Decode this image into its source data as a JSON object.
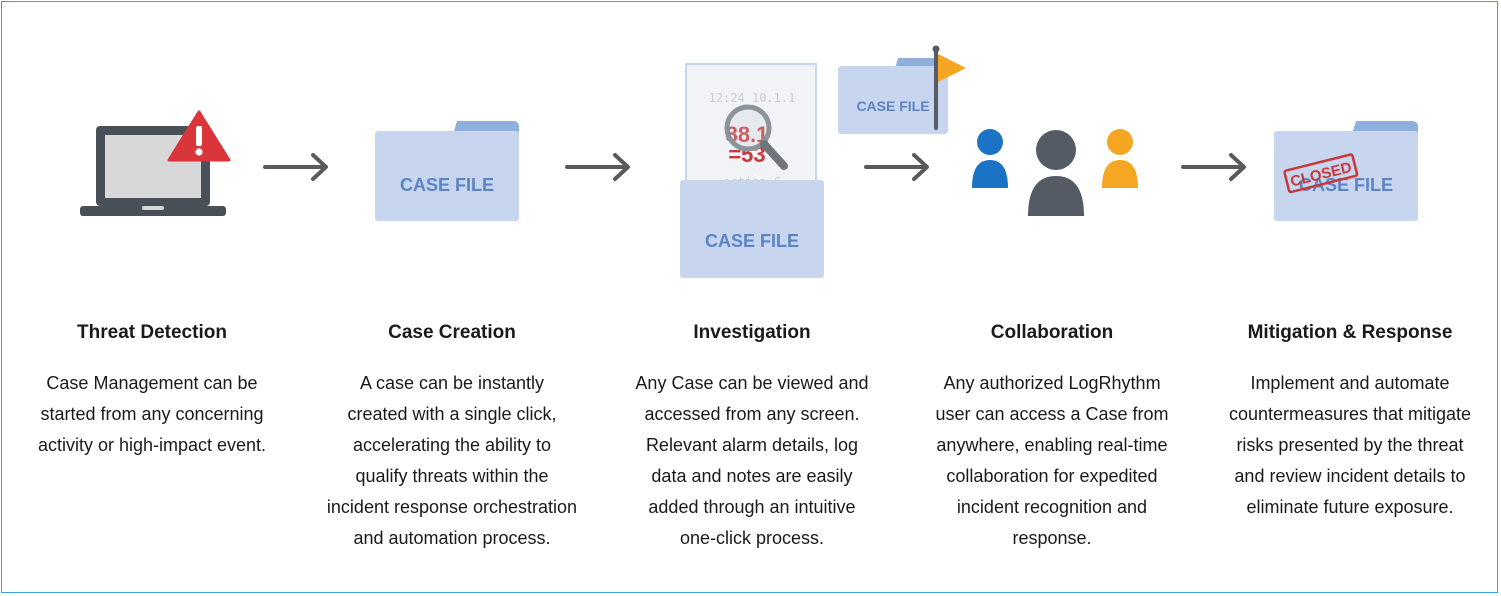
{
  "colors": {
    "border": "#3aa0d8",
    "folder_body": "#c7d6ee",
    "folder_tab": "#8fb0dd",
    "folder_text": "#5b84c4",
    "arrow": "#5a5a5a",
    "warning": "#d9353a",
    "flag": "#f5a623",
    "person_blue": "#1a73c4",
    "person_gray": "#545b64",
    "person_orange": "#f5a623",
    "stamp": "#c8383a"
  },
  "icons": {
    "laptop": "laptop-icon",
    "warning": "warning-triangle-icon",
    "folder": "case-folder-icon",
    "document": "log-document-icon",
    "magnifier": "magnifier-icon",
    "flag": "flag-icon",
    "people": "people-icon",
    "stamp": "closed-stamp-icon",
    "arrow": "right-arrow-icon"
  },
  "folder_label": "CASE FILE",
  "closed_stamp": "CLOSED",
  "doc_snippet": {
    "line1": "12:24 10.1.1",
    "line2": "88.1",
    "line3": "=53",
    "line4": "ection C"
  },
  "steps": [
    {
      "title": "Threat Detection",
      "desc": "Case Management can be\nstarted from any concerning\nactivity or high-impact event."
    },
    {
      "title": "Case Creation",
      "desc": "A case can be instantly\ncreated with a single click,\naccelerating the ability to\nqualify threats within the\nincident response orchestration\nand automation process."
    },
    {
      "title": "Investigation",
      "desc": "Any Case can be viewed and\naccessed from any screen.\nRelevant alarm details, log\ndata and notes are easily\nadded through an intuitive\none-click process."
    },
    {
      "title": "Collaboration",
      "desc": "Any authorized LogRhythm\nuser can access a Case from\nanywhere, enabling real-time\ncollaboration for expedited\nincident recognition and\nresponse."
    },
    {
      "title": "Mitigation & Response",
      "desc": "Implement and automate\ncountermeasures that mitigate\nrisks presented by the threat\nand review incident details to\neliminate future exposure."
    }
  ]
}
